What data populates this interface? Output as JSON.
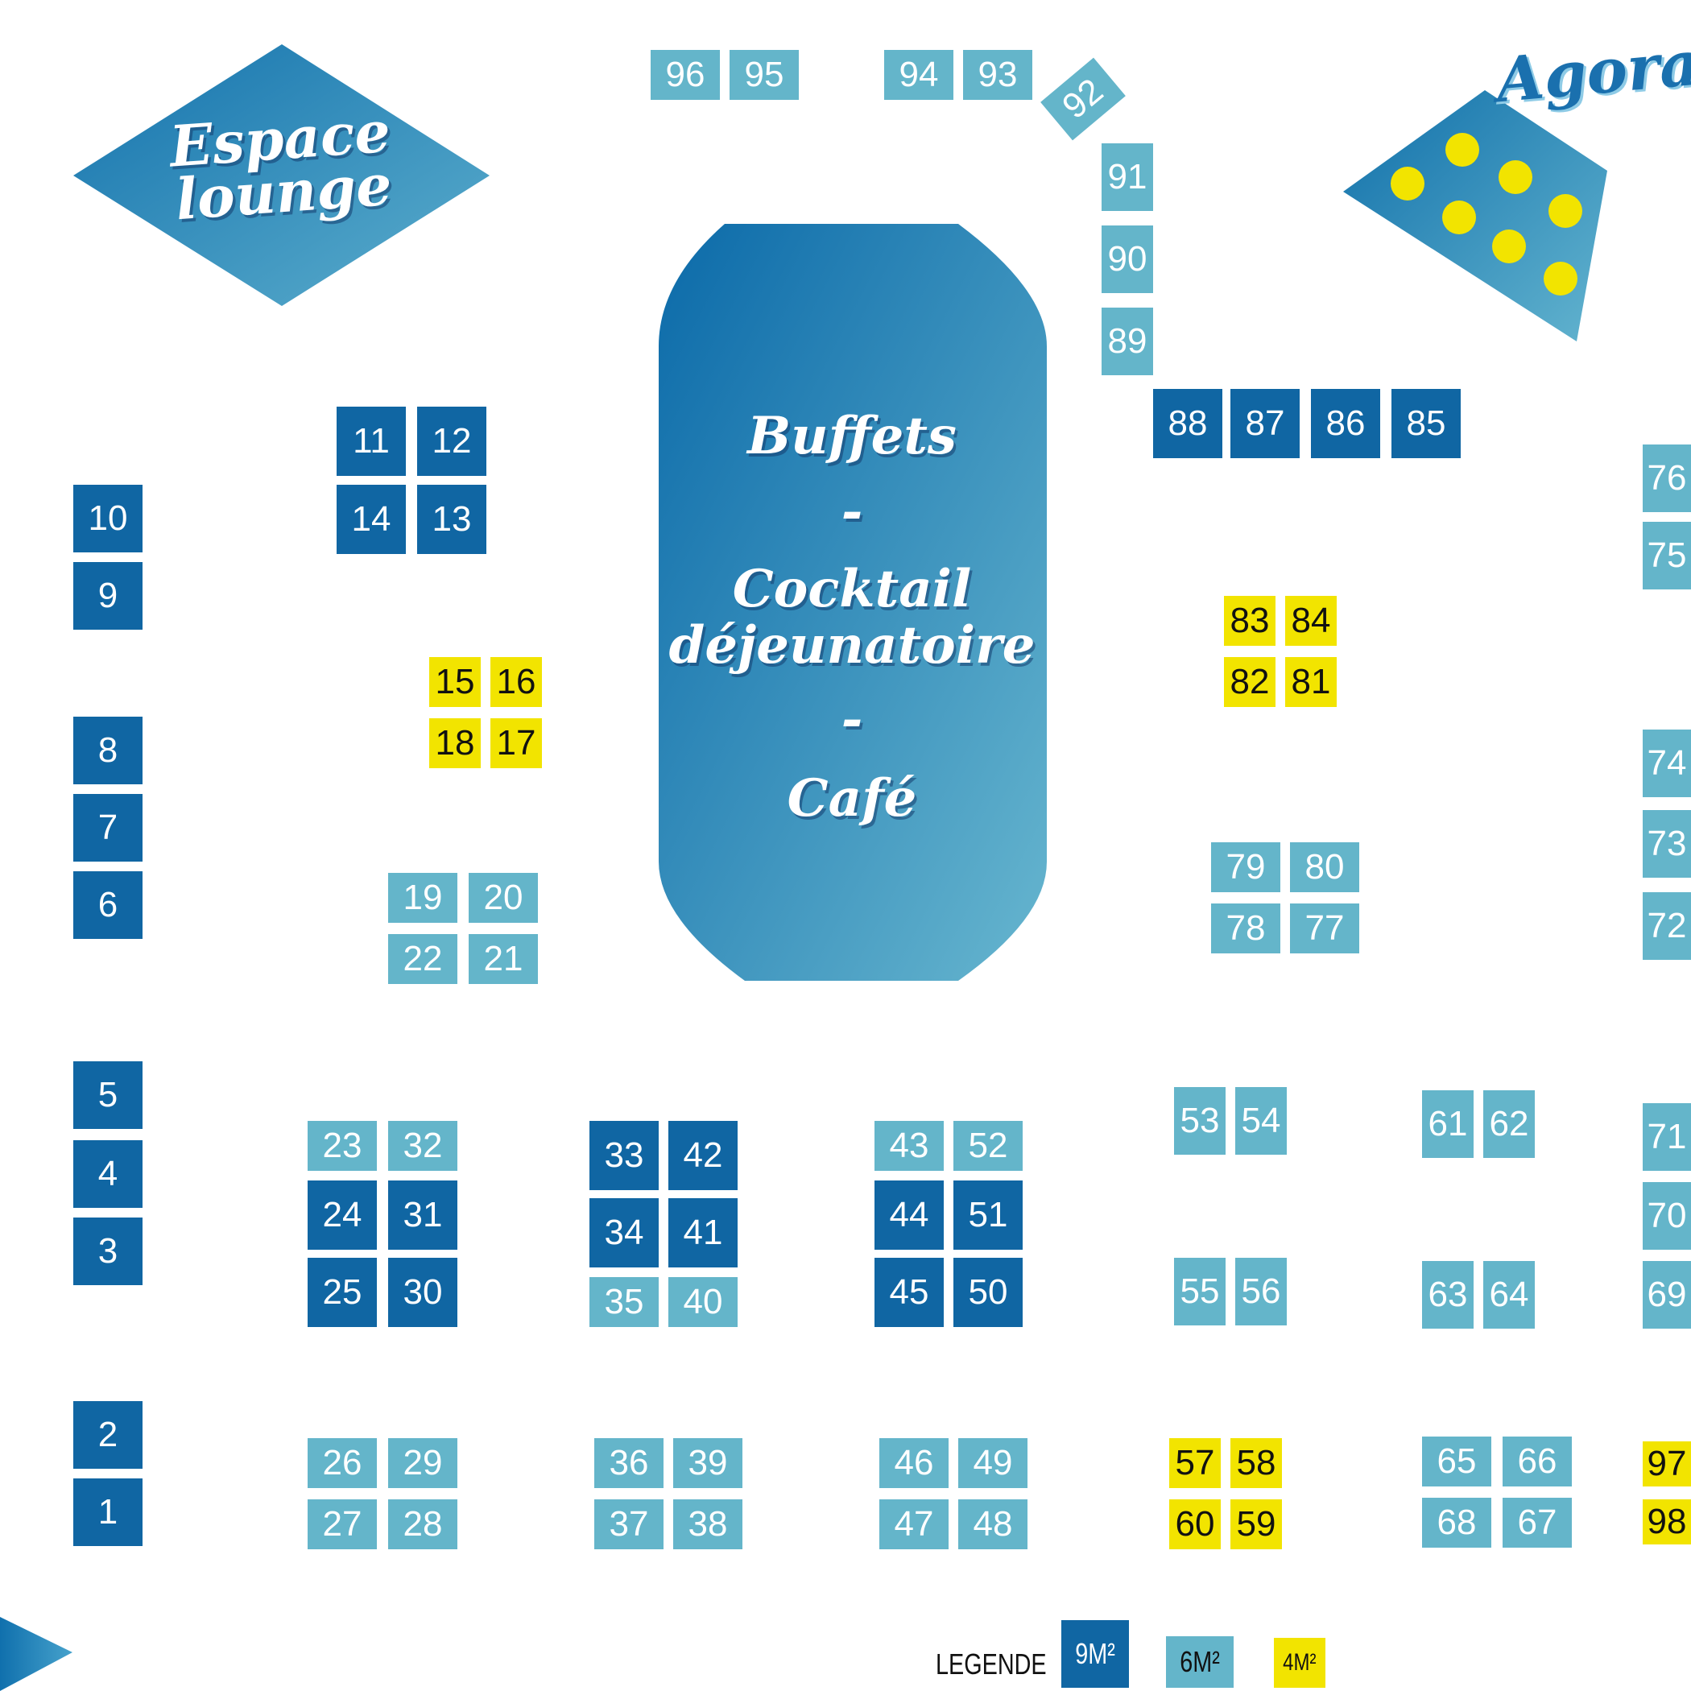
{
  "zones": {
    "lounge_line1": "Espace",
    "lounge_line2": "lounge",
    "agora": "Agora",
    "buffet": [
      "Buffets",
      "-",
      "Cocktail",
      "déjeunatoire",
      "-",
      "Café"
    ]
  },
  "colors": {
    "size_9m2": "#1066a3",
    "size_6m2": "#64b5ca",
    "size_4m2": "#f2e400",
    "zone": "#2a86bb"
  },
  "legend": {
    "title": "LEGENDE",
    "items": [
      {
        "size": "9",
        "label": "9M²"
      },
      {
        "size": "6",
        "label": "6M²"
      },
      {
        "size": "4",
        "label": "4M²"
      }
    ]
  },
  "booths": [
    {
      "n": "1",
      "size": "9"
    },
    {
      "n": "2",
      "size": "9"
    },
    {
      "n": "3",
      "size": "9"
    },
    {
      "n": "4",
      "size": "9"
    },
    {
      "n": "5",
      "size": "9"
    },
    {
      "n": "6",
      "size": "9"
    },
    {
      "n": "7",
      "size": "9"
    },
    {
      "n": "8",
      "size": "9"
    },
    {
      "n": "9",
      "size": "9"
    },
    {
      "n": "10",
      "size": "9"
    },
    {
      "n": "11",
      "size": "9"
    },
    {
      "n": "12",
      "size": "9"
    },
    {
      "n": "13",
      "size": "9"
    },
    {
      "n": "14",
      "size": "9"
    },
    {
      "n": "15",
      "size": "4"
    },
    {
      "n": "16",
      "size": "4"
    },
    {
      "n": "17",
      "size": "4"
    },
    {
      "n": "18",
      "size": "4"
    },
    {
      "n": "19",
      "size": "6"
    },
    {
      "n": "20",
      "size": "6"
    },
    {
      "n": "21",
      "size": "6"
    },
    {
      "n": "22",
      "size": "6"
    },
    {
      "n": "23",
      "size": "6"
    },
    {
      "n": "24",
      "size": "9"
    },
    {
      "n": "25",
      "size": "9"
    },
    {
      "n": "26",
      "size": "6"
    },
    {
      "n": "27",
      "size": "6"
    },
    {
      "n": "28",
      "size": "6"
    },
    {
      "n": "29",
      "size": "6"
    },
    {
      "n": "30",
      "size": "9"
    },
    {
      "n": "31",
      "size": "9"
    },
    {
      "n": "32",
      "size": "6"
    },
    {
      "n": "33",
      "size": "9"
    },
    {
      "n": "34",
      "size": "9"
    },
    {
      "n": "35",
      "size": "6"
    },
    {
      "n": "36",
      "size": "6"
    },
    {
      "n": "37",
      "size": "6"
    },
    {
      "n": "38",
      "size": "6"
    },
    {
      "n": "39",
      "size": "6"
    },
    {
      "n": "40",
      "size": "6"
    },
    {
      "n": "41",
      "size": "9"
    },
    {
      "n": "42",
      "size": "9"
    },
    {
      "n": "43",
      "size": "6"
    },
    {
      "n": "44",
      "size": "9"
    },
    {
      "n": "45",
      "size": "9"
    },
    {
      "n": "46",
      "size": "6"
    },
    {
      "n": "47",
      "size": "6"
    },
    {
      "n": "48",
      "size": "6"
    },
    {
      "n": "49",
      "size": "6"
    },
    {
      "n": "50",
      "size": "9"
    },
    {
      "n": "51",
      "size": "9"
    },
    {
      "n": "52",
      "size": "6"
    },
    {
      "n": "53",
      "size": "6"
    },
    {
      "n": "54",
      "size": "6"
    },
    {
      "n": "55",
      "size": "6"
    },
    {
      "n": "56",
      "size": "6"
    },
    {
      "n": "57",
      "size": "4"
    },
    {
      "n": "58",
      "size": "4"
    },
    {
      "n": "59",
      "size": "4"
    },
    {
      "n": "60",
      "size": "4"
    },
    {
      "n": "61",
      "size": "6"
    },
    {
      "n": "62",
      "size": "6"
    },
    {
      "n": "63",
      "size": "6"
    },
    {
      "n": "64",
      "size": "6"
    },
    {
      "n": "65",
      "size": "6"
    },
    {
      "n": "66",
      "size": "6"
    },
    {
      "n": "67",
      "size": "6"
    },
    {
      "n": "68",
      "size": "6"
    },
    {
      "n": "69",
      "size": "6"
    },
    {
      "n": "70",
      "size": "6"
    },
    {
      "n": "71",
      "size": "6"
    },
    {
      "n": "72",
      "size": "6"
    },
    {
      "n": "73",
      "size": "6"
    },
    {
      "n": "74",
      "size": "6"
    },
    {
      "n": "75",
      "size": "6"
    },
    {
      "n": "76",
      "size": "6"
    },
    {
      "n": "77",
      "size": "6"
    },
    {
      "n": "78",
      "size": "6"
    },
    {
      "n": "79",
      "size": "6"
    },
    {
      "n": "80",
      "size": "6"
    },
    {
      "n": "81",
      "size": "4"
    },
    {
      "n": "82",
      "size": "4"
    },
    {
      "n": "83",
      "size": "4"
    },
    {
      "n": "84",
      "size": "4"
    },
    {
      "n": "85",
      "size": "9"
    },
    {
      "n": "86",
      "size": "9"
    },
    {
      "n": "87",
      "size": "9"
    },
    {
      "n": "88",
      "size": "9"
    },
    {
      "n": "89",
      "size": "6"
    },
    {
      "n": "90",
      "size": "6"
    },
    {
      "n": "91",
      "size": "6"
    },
    {
      "n": "92",
      "size": "6"
    },
    {
      "n": "93",
      "size": "6"
    },
    {
      "n": "94",
      "size": "6"
    },
    {
      "n": "95",
      "size": "6"
    },
    {
      "n": "96",
      "size": "6"
    },
    {
      "n": "97",
      "size": "4"
    },
    {
      "n": "98",
      "size": "4"
    }
  ]
}
